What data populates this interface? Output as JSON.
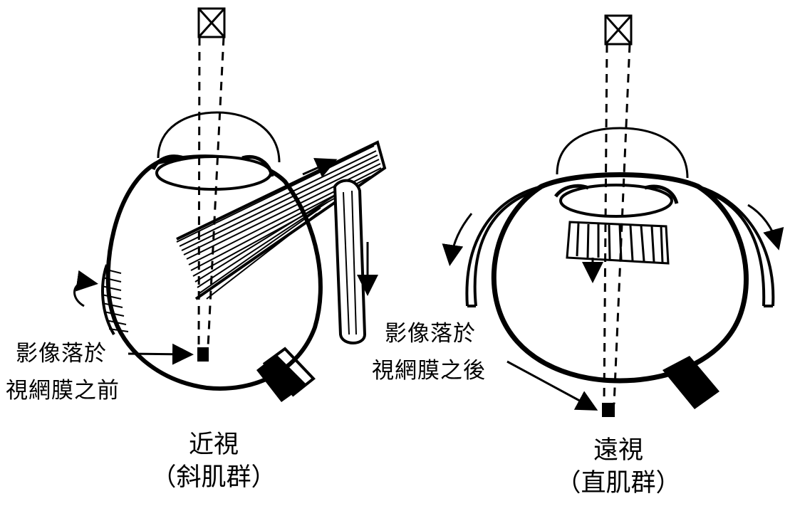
{
  "left": {
    "label_line1": "影像落於",
    "label_line2": "視網膜之前",
    "caption": "近視",
    "subcaption": "（斜肌群）"
  },
  "right": {
    "label_line1": "影像落於",
    "label_line2": "視網膜之後",
    "caption": "遠視",
    "subcaption": "（直肌群）"
  }
}
